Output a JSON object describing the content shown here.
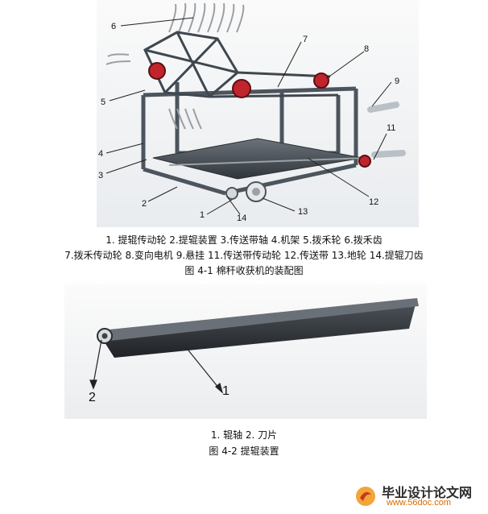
{
  "figure1": {
    "legend_line1": "1. 提辊传动轮  2.提辊装置  3.传送带轴  4.机架  5.拨禾轮  6.拨禾齿",
    "legend_line2": "7.拨禾传动轮   8.变向电机   9.悬挂 11.传送带传动轮 12.传送带 13.地轮  14.提辊刀齿",
    "caption": "图 4-1  棉秆收获机的装配图",
    "callouts": [
      "1",
      "2",
      "3",
      "4",
      "5",
      "6",
      "7",
      "8",
      "9",
      "11",
      "12",
      "13",
      "14"
    ]
  },
  "figure2": {
    "legend": "1. 辊轴 2. 刀片",
    "caption": "图 4-2  提辊装置",
    "callouts": [
      "1",
      "2"
    ]
  },
  "watermark": {
    "title": "毕业设计论文网",
    "url": "www.56doc.com"
  },
  "colors": {
    "frame": "#5b6670",
    "wheel_red": "#c0242c",
    "belt": "#3c4248",
    "blade": "#2b2f33"
  }
}
